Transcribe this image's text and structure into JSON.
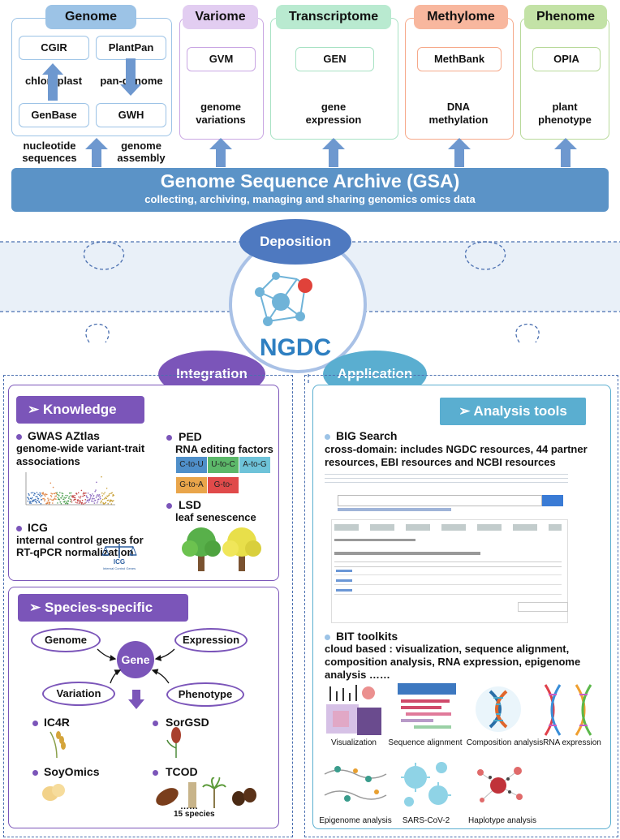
{
  "top": {
    "genome": {
      "title": "Genome",
      "boxes": [
        "CGIR",
        "PlantPan",
        "GenBase",
        "GWH"
      ],
      "labels": [
        "chloroplast",
        "pan-genome"
      ],
      "arrow_labels": [
        "nucleotide sequences",
        "genome assembly"
      ]
    },
    "variome": {
      "title": "Variome",
      "box": "GVM",
      "desc": "genome variations"
    },
    "transcriptome": {
      "title": "Transcriptome",
      "box": "GEN",
      "desc": "gene expression"
    },
    "methylome": {
      "title": "Methylome",
      "box": "MethBank",
      "desc": "DNA methylation"
    },
    "phenome": {
      "title": "Phenome",
      "box": "OPIA",
      "desc": "plant phenotype"
    }
  },
  "gsa": {
    "title": "Genome Sequence Archive (GSA)",
    "subtitle": "collecting, archiving, managing and sharing genomics omics data"
  },
  "center": {
    "deposition": "Deposition",
    "ngdc": "NGDC",
    "integration": "Integration",
    "application": "Application"
  },
  "knowledge": {
    "header": "➢  Knowledge",
    "gwas": {
      "name": "GWAS AZtlas",
      "desc": "genome-wide variant-trait associations"
    },
    "icg": {
      "name": "ICG",
      "desc": "internal control genes for RT-qPCR normalization",
      "logo_text": "ICG",
      "logo_sub": "Internal Control Genes"
    },
    "ped": {
      "name": "PED",
      "desc": "RNA editing factors",
      "edits": [
        "C-to-U",
        "U-to-C",
        "A-to-G",
        "G-to-A",
        "G-to-"
      ]
    },
    "lsd": {
      "name": "LSD",
      "desc": "leaf senescence"
    }
  },
  "species": {
    "header": "➢  Species-specific",
    "center": "Gene",
    "ovals": [
      "Genome",
      "Expression",
      "Variation",
      "Phenotype"
    ],
    "items": [
      "IC4R",
      "SorGSD",
      "SoyOmics",
      "TCOD"
    ],
    "more": "……",
    "count": "15 species"
  },
  "analysis": {
    "header": "➢  Analysis tools",
    "big": {
      "name": "BIG Search",
      "desc": "cross-domain: includes  NGDC resources, 44 partner resources, EBI resources and NCBI resources"
    },
    "bit": {
      "name": "BIT toolkits",
      "desc": "cloud based : visualization, sequence alignment, composition analysis, RNA expression, epigenome analysis ……"
    },
    "tools": [
      "Visualization",
      "Sequence alignment",
      "Composition analysis",
      "RNA expression",
      "Epigenome analysis",
      "SARS-CoV-2",
      "Haplotype analysis"
    ]
  },
  "colors": {
    "genome": "#9cc3e6",
    "variome": "#c9a6e3",
    "transcriptome": "#a8e2c4",
    "methylome": "#f6a98a",
    "phenome": "#b8d99a",
    "gsa": "#5b93c7",
    "purple": "#7b55b9",
    "blue": "#5aaed0"
  }
}
